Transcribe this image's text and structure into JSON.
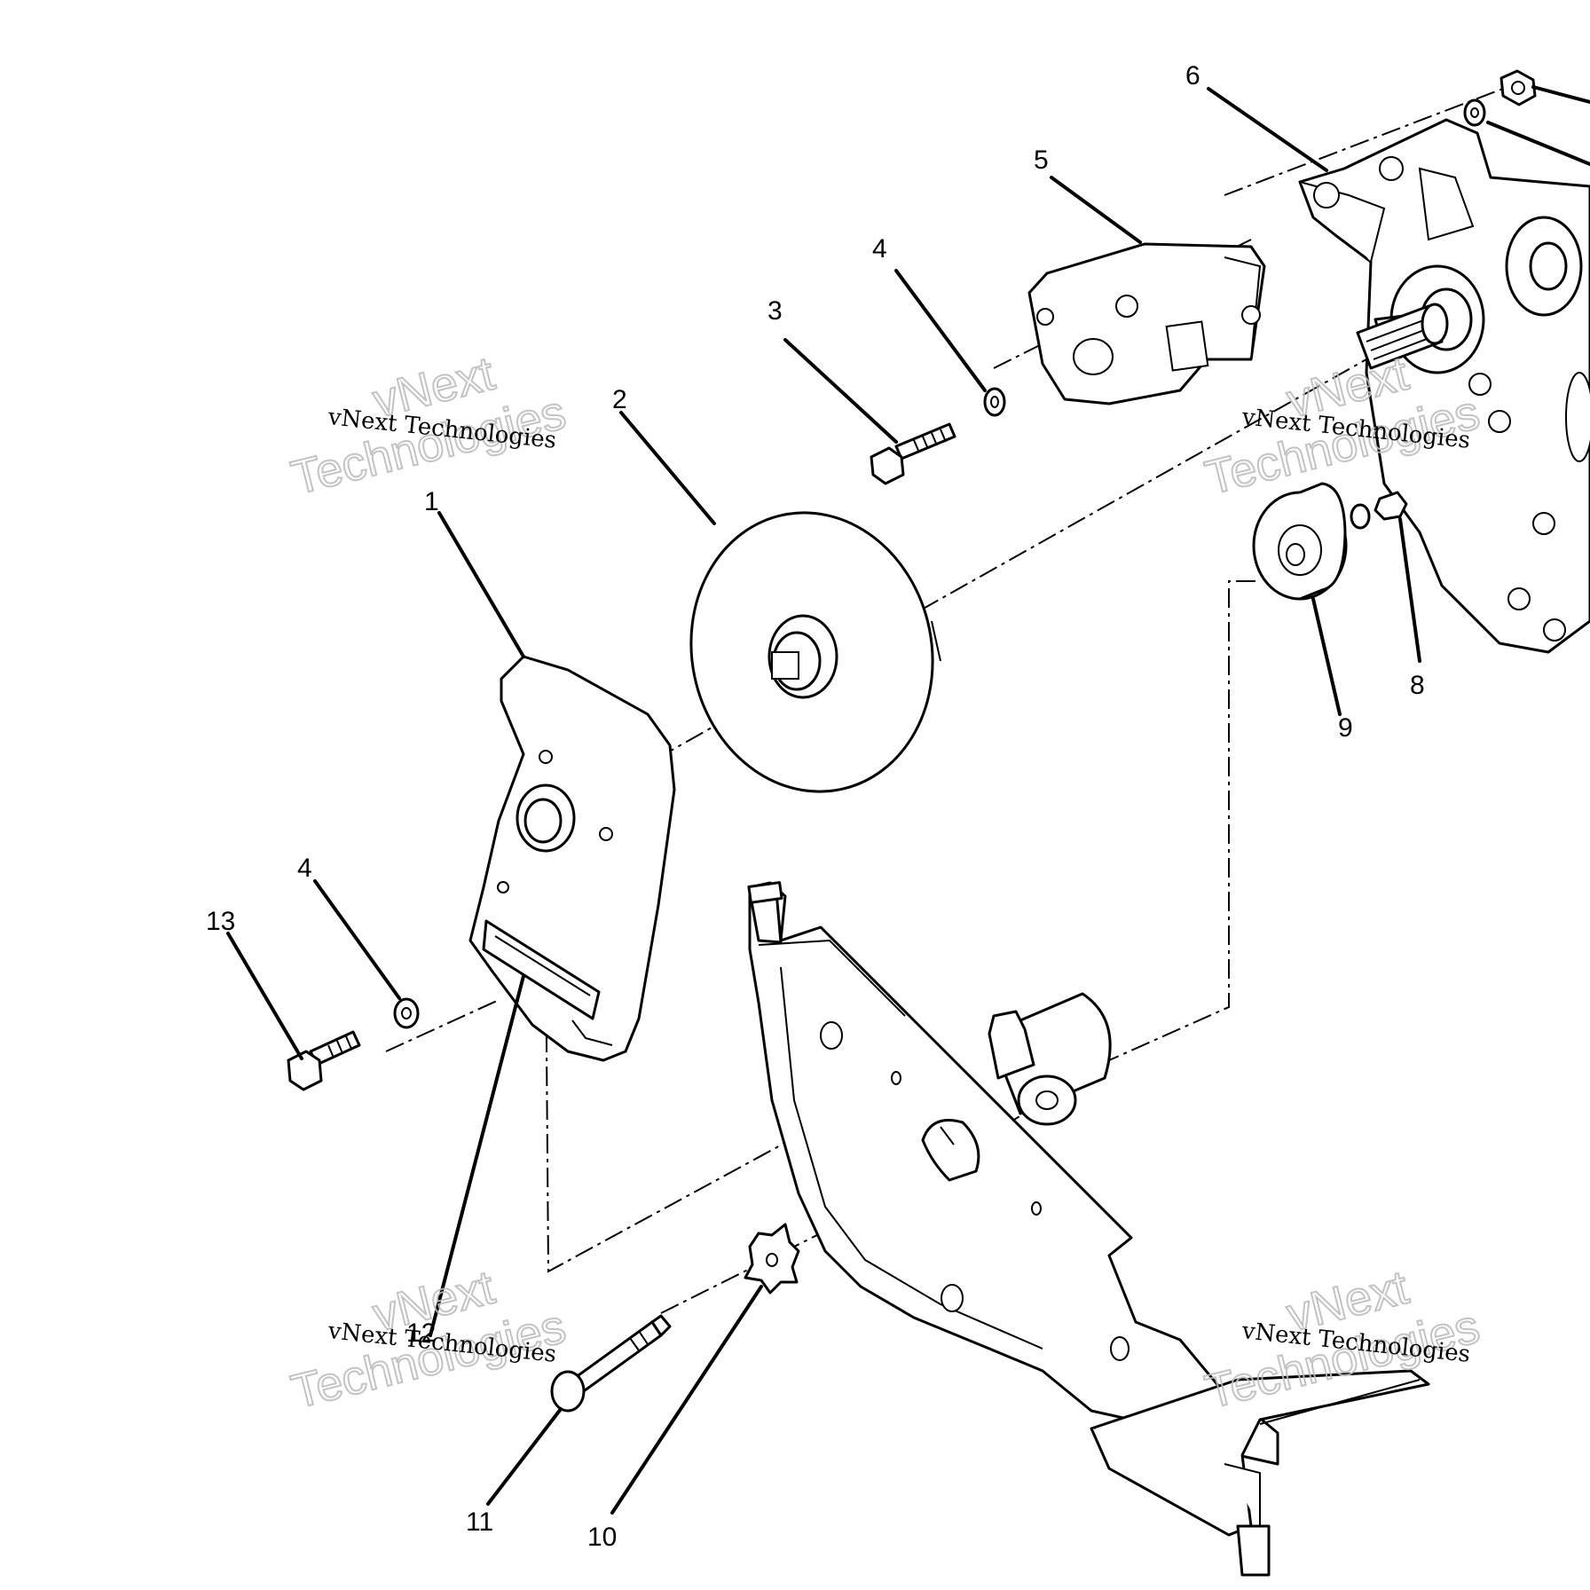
{
  "diagram": {
    "callouts": {
      "c1": "1",
      "c2": "2",
      "c3": "3",
      "c4a": "4",
      "c4b": "4",
      "c5": "5",
      "c6": "6",
      "c8": "8",
      "c9": "9",
      "c10": "10",
      "c11": "11",
      "c12": "12",
      "c13": "13"
    },
    "watermark": {
      "small": "vNext Technologies",
      "big_line1": "vNext",
      "big_line2": "Technologies"
    }
  }
}
